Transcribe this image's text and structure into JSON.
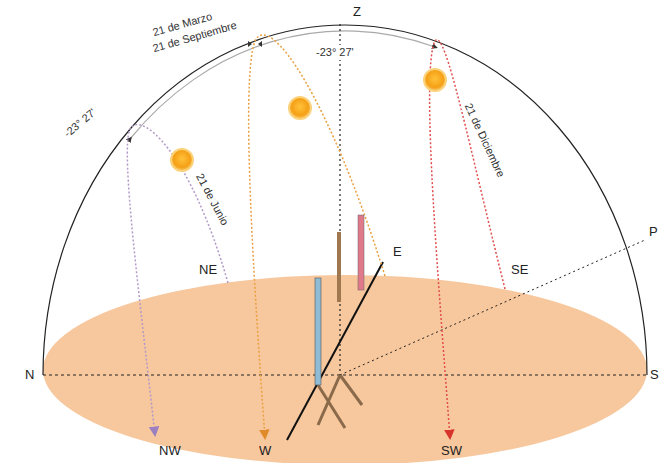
{
  "diagram": {
    "labels": [
      "Z",
      "21 de Marzo",
      "21 de Septiembre",
      "-23° 27'",
      "-23° 27'",
      "21 de Junio",
      "21 de Diciembre",
      "NE",
      "E",
      "SE",
      "P",
      "N",
      "S",
      "NW",
      "W",
      "SW"
    ]
  }
}
